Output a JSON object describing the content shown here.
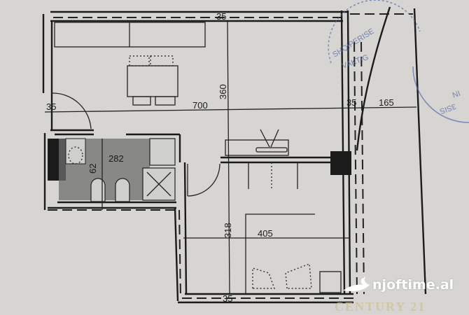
{
  "diagram": {
    "type": "architectural floor plan",
    "dimensions": {
      "top_wall_thickness": "35",
      "living_depth": "360",
      "living_width": "700",
      "entrance_wall_thickness": "35",
      "balcony_wall_thickness": "35",
      "balcony_width": "165",
      "bathroom_width": "282",
      "bathroom_small": "62",
      "bedroom_depth": "318",
      "bedroom_width": "405",
      "bottom_wall_thickness": "35"
    },
    "rooms": [
      "living-kitchen",
      "bathroom",
      "bedroom",
      "balcony"
    ],
    "stamp_text": {
      "arc_top": "SHQIPERISE",
      "arc_mid": "VAKTIG",
      "arc_right": "NI",
      "arc_bottom": "3SIS"
    }
  },
  "watermark": {
    "site": "njoftime.al",
    "brand": "CENTURY 21"
  },
  "colors": {
    "paper": "#d6d5d1",
    "ink": "#1b1b1b",
    "stamp": "#5566aa",
    "watermark": "#ffffff",
    "brand": "#cfc39b"
  }
}
